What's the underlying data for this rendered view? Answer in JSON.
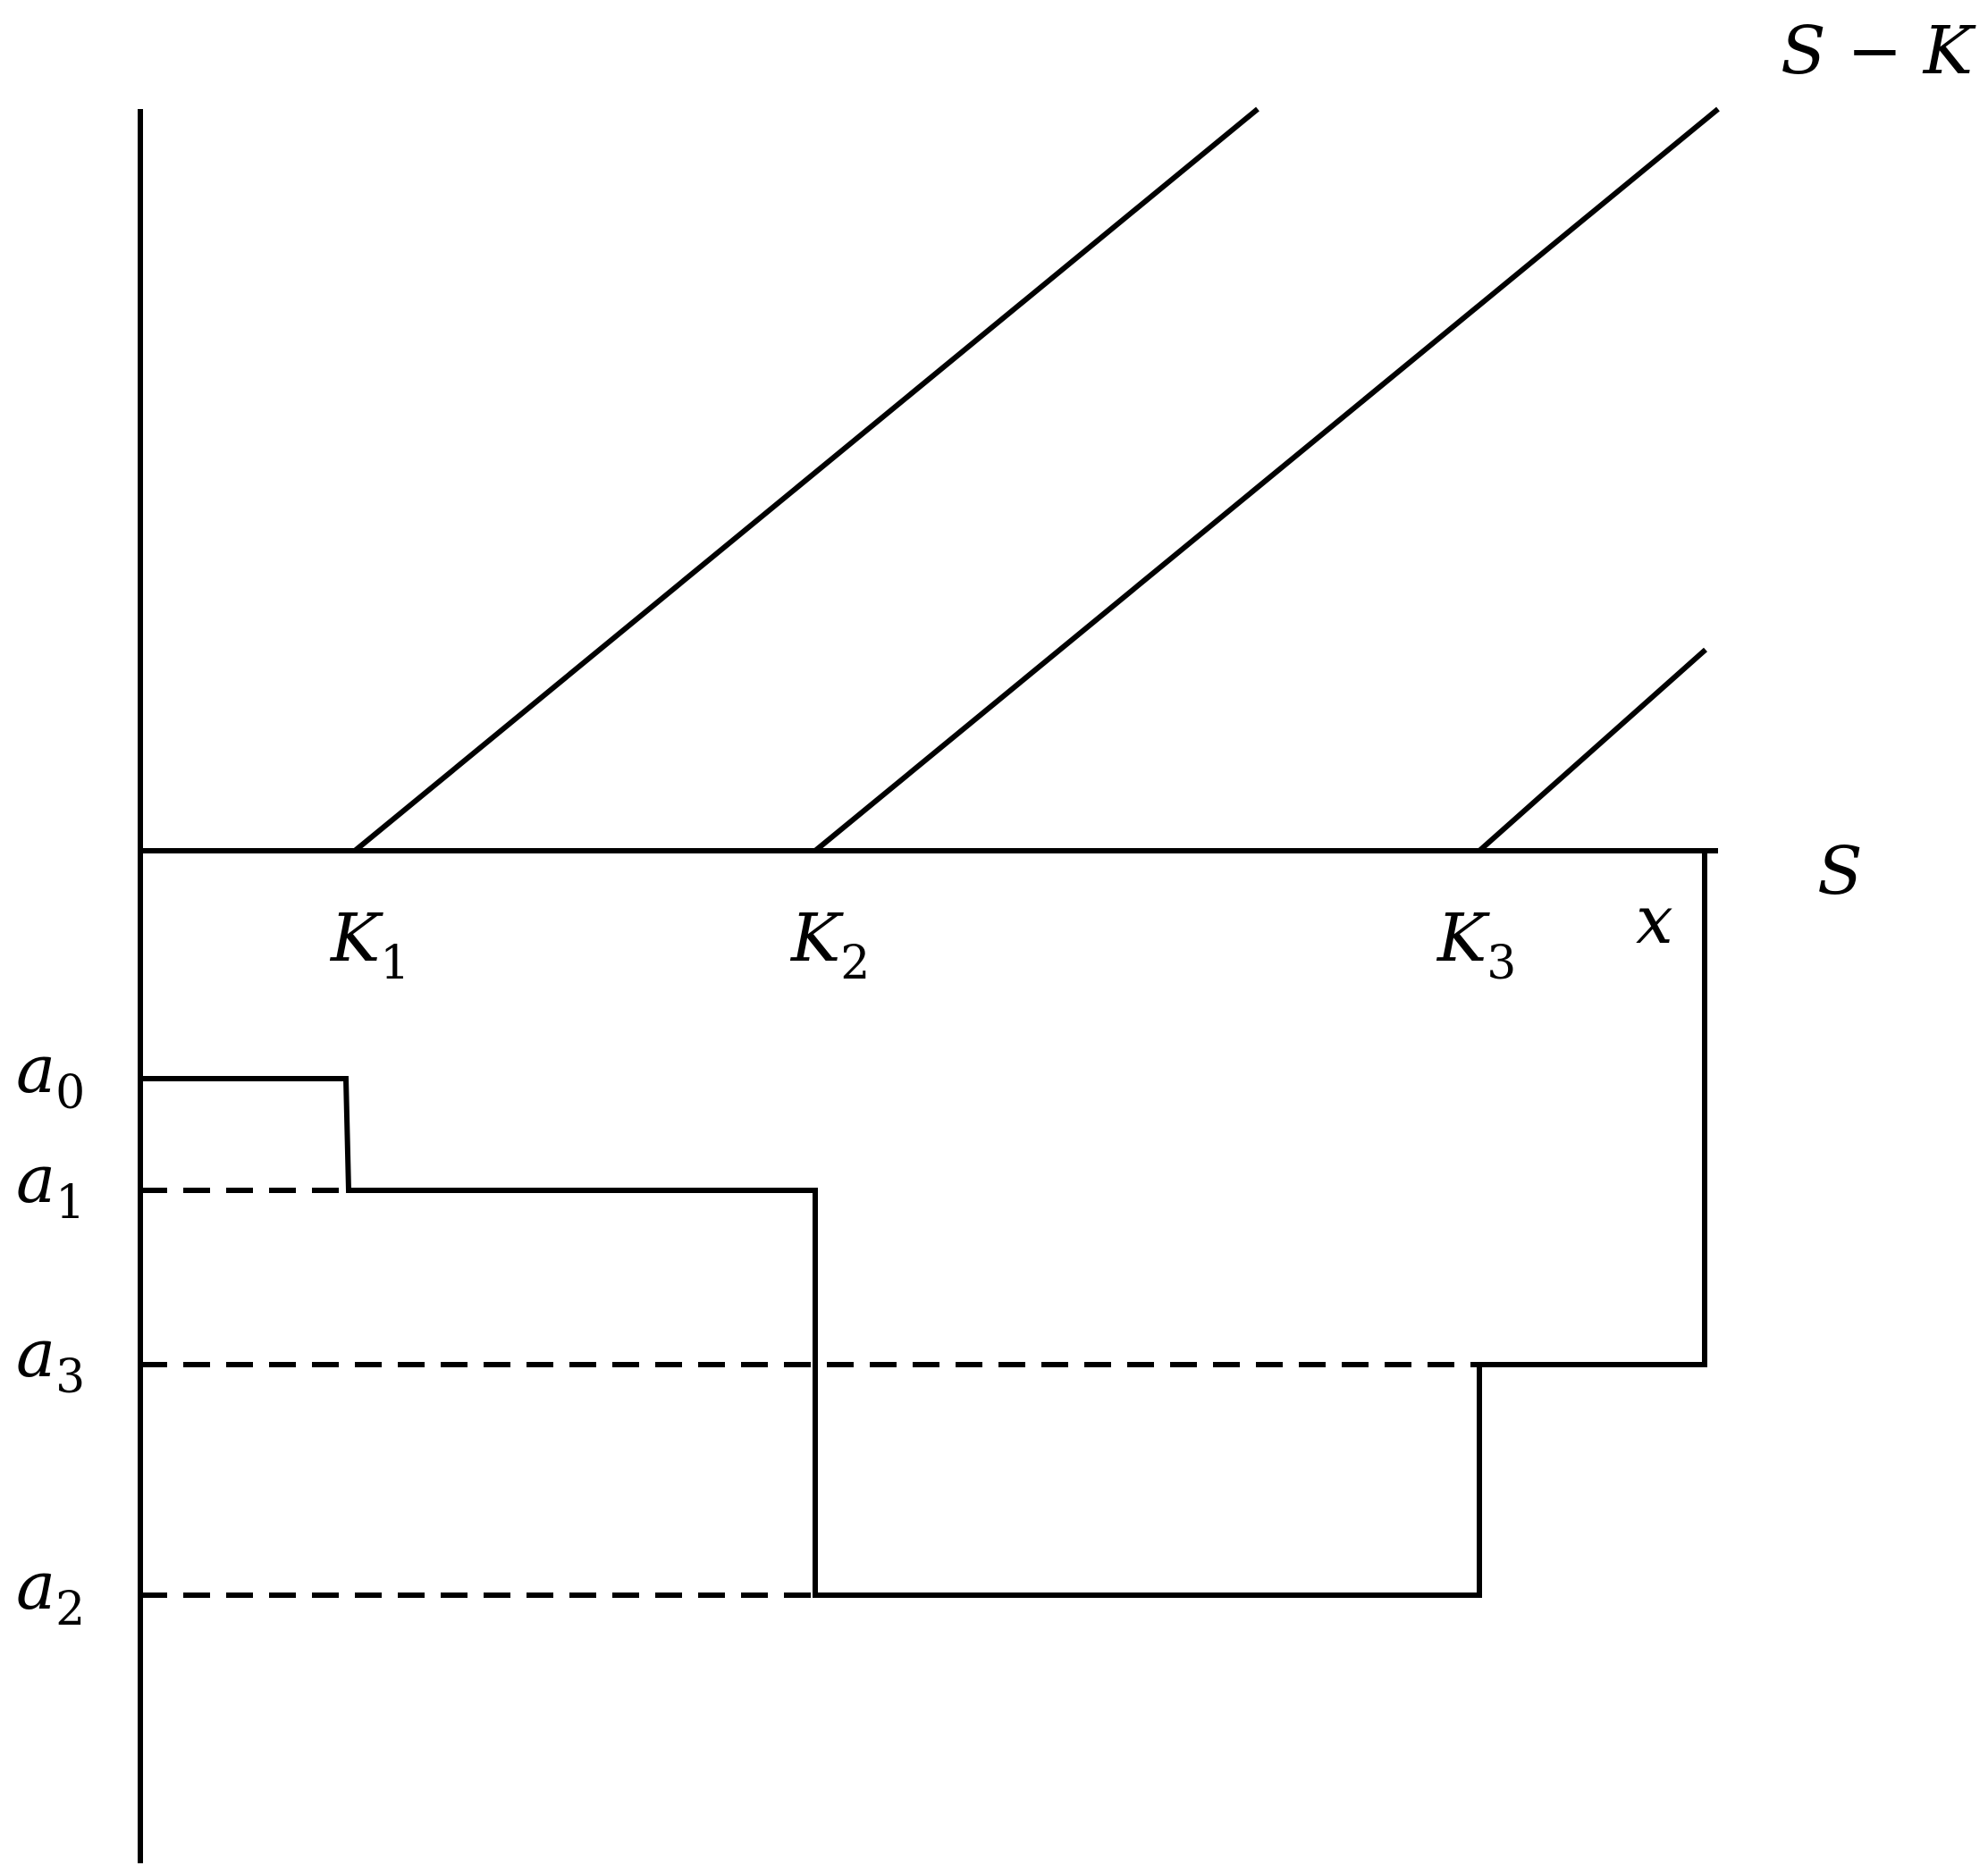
{
  "labels": {
    "s_minus_k": "S − K",
    "s_axis": "S",
    "x": "x",
    "k1": {
      "base": "K",
      "sub": "1"
    },
    "k2": {
      "base": "K",
      "sub": "2"
    },
    "k3": {
      "base": "K",
      "sub": "3"
    },
    "a0": {
      "base": "a",
      "sub": "0"
    },
    "a1": {
      "base": "a",
      "sub": "1"
    },
    "a3": {
      "base": "a",
      "sub": "3"
    },
    "a2": {
      "base": "a",
      "sub": "2"
    }
  },
  "colors": {
    "line": "#000000",
    "background": "#ffffff"
  }
}
